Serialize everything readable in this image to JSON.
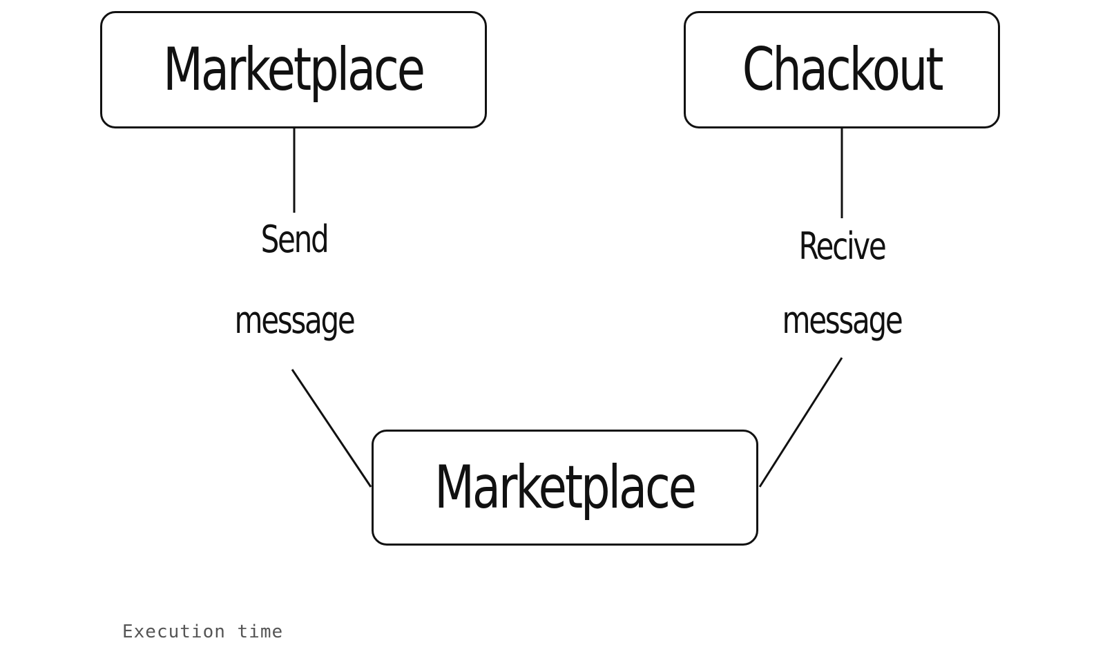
{
  "nodes": {
    "top_left": "Marketplace",
    "top_right": "Chackout",
    "bottom": "Marketplace"
  },
  "edges": {
    "left_label_line1": "Send",
    "left_label_line2": "message",
    "right_label_line1": "Recive",
    "right_label_line2": "message"
  },
  "footer": "Execution time"
}
